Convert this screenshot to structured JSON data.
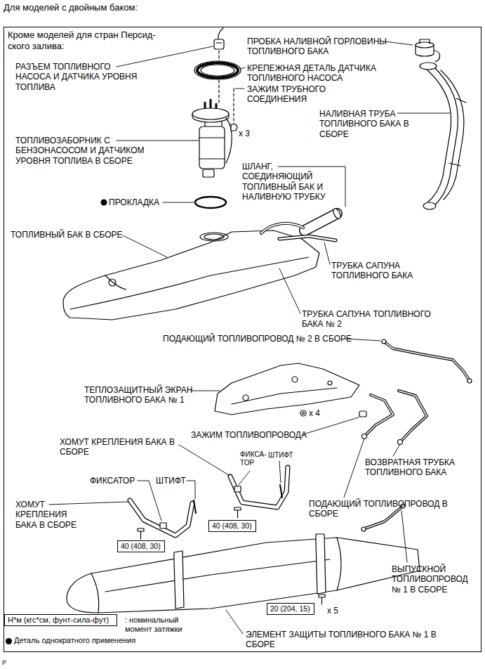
{
  "diagram": {
    "title": "Для моделей с двойным баком:",
    "nodes": [
      {
        "text": [
          "Кроме моделей для стран Персид- ского залива:"
        ]
      },
      {
        "text": [
          "40 (408, 30)"
        ],
        "in": 0
      },
      {
        "text": [
          "40 (408, 30)"
        ],
        "in": 0
      },
      {
        "text": [
          "20 (204, 15)"
        ],
        "in": 0
      },
      {
        "text": [
          "Н*м (кгс*см, фунт-сила-фут)"
        ],
        "in": 0
      }
    ],
    "labels": [
      "ПРОБКА НАЛИВНОЙ ГОРЛОВИНЫ ТОПЛИВНОГО БАКА",
      "РАЗЪЕМ ТОПЛИВНОГО НАСОСА И ДАТЧИКА УРОВНЯ ТОПЛИВА",
      "КРЕПЕЖНАЯ ДЕТАЛЬ ДАТЧИКА ТОПЛИВНОГО НАСОСА",
      "ЗАЖИМ ТРУБНОГО СОЕДИНЕНИЯ",
      "НАЛИВНАЯ ТРУБА ТОПЛИВНОГО БАКА В СБОРЕ",
      "ТОПЛИВОЗАБОРНИК С БЕНЗОНАСОСОМ И ДАТЧИКОМ УРОВНЯ ТОПЛИВА В СБОРЕ",
      "x 3",
      "ШЛАНГ, СОЕДИНЯЮЩИЙ ТОПЛИВНЫЙ БАК И НАЛИВНУЮ ТРУБКУ",
      "ПРОКЛАДКА",
      "ТОПЛИВНЫЙ БАК В СБОРЕ",
      "ТРУБКА САПУНА ТОПЛИВНОГО БАКА",
      "ТРУБКА САПУНА ТОПЛИВНОГО БАКА № 2",
      "ПОДАЮЩИЙ ТОПЛИВОПРОВОД № 2 В СБОРЕ",
      "ТЕПЛОЗАЩИТНЫЙ ЭКРАН ТОПЛИВНОГО БАКА № 1",
      "x 4",
      "ЗАЖИМ ТОПЛИВОПРОВОДА",
      "ХОМУТ КРЕПЛЕНИЯ БАКА В СБОРЕ",
      "ФИКСА- ТОР",
      "ШТИФТ",
      "ФИКСАТОР",
      "ШТИФТ",
      "ХОМУТ КРЕПЛЕНИЯ БАКА В СБОРЕ",
      "ВОЗВРАТНАЯ ТРУБКА ТОПЛИВНОГО БАКА",
      "ПОДАЮЩИЙ ТОПЛИВОПРОВОД В СБОРЕ",
      "ВЫПУСКНОЙ ТОПЛИВОПРОВОД № 1 В СБОРЕ",
      "x 5",
      "ЭЛЕМЕНТ ЗАЩИТЫ ТОПЛИВНОГО БАКА № 1 В СБОРЕ",
      ": номинальный момент затяжки",
      "P"
    ],
    "legend": [
      {
        "text": "Деталь однократного применения",
        "color": "#000000"
      }
    ]
  }
}
